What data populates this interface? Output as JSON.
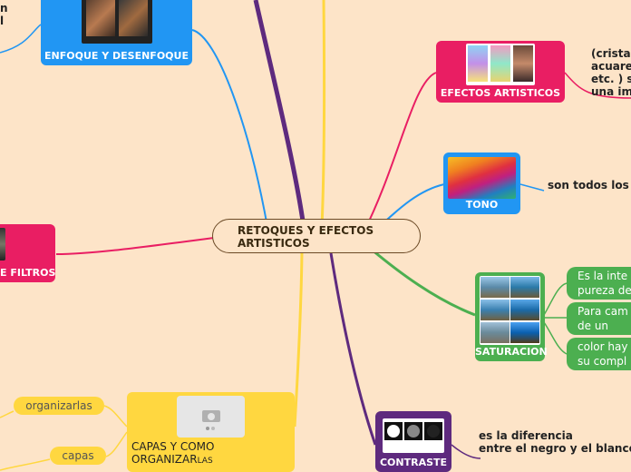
{
  "central": {
    "title": "RETOQUES Y EFECTOS\nARTISTICOS"
  },
  "nodes": {
    "enfoque": {
      "label": "ENFOQUE Y DESENFOQUE",
      "color": "#2196f3"
    },
    "efectos": {
      "label": "EFECTOS ARTISTICOS",
      "color": "#e91e63"
    },
    "tono": {
      "label": "TONO",
      "color": "#2196f3"
    },
    "saturacion": {
      "label": "SATURACION",
      "color": "#4caf50"
    },
    "contraste": {
      "label": "CONTRASTE",
      "color": "#5e2a7e"
    },
    "capas": {
      "label_main": "CAPAS Y COMO\nORGANIZAR",
      "label_small": "LAS",
      "color": "#ffd740"
    },
    "filtros": {
      "label": "E FILTROS",
      "color": "#e91e63"
    }
  },
  "texts": {
    "efectos_desc": "(crista\nacuare\netc. ) s\nuna im",
    "tono_desc": "son todos los",
    "contraste_desc": "es la diferencia\nentre el negro y el blanco",
    "enfoque_desc": "n\nl"
  },
  "saturacion_subs": [
    "Es la inte\npureza de",
    "Para cam\nde un",
    "color hay\nsu compl"
  ],
  "capas_subs": [
    "organizarlas",
    "capas"
  ]
}
